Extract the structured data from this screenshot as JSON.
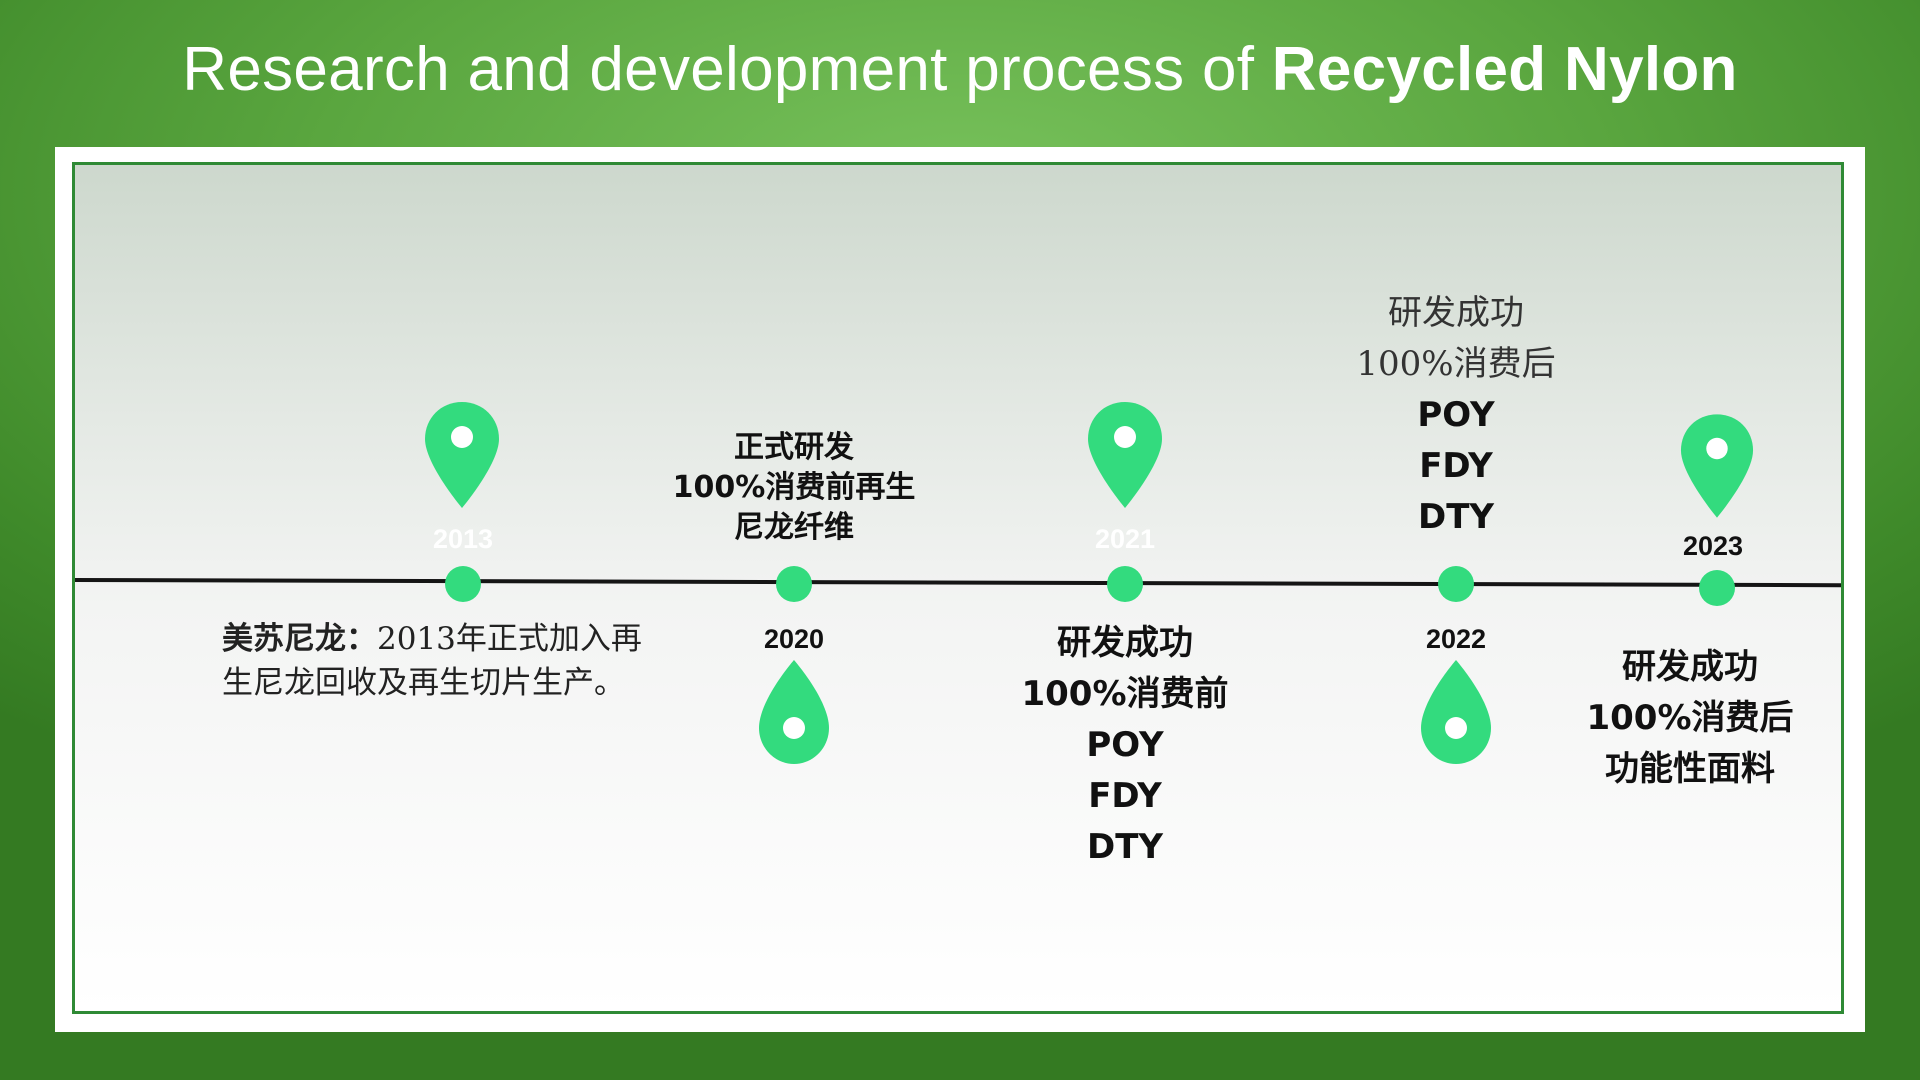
{
  "title": {
    "prefix": "Research and development process of ",
    "emphasis": "Recycled Nylon"
  },
  "colors": {
    "background": "#5aa63f",
    "panel_border": "#2f8a35",
    "marker_green": "#33db7e",
    "axis": "#151515"
  },
  "timeline": {
    "y2013": {
      "year": "2013",
      "desc_lead": "美苏尼龙：",
      "desc_line1_rest": "2013年正式加入再",
      "desc_line2": "生尼龙回收及再生切片生产。"
    },
    "y2020": {
      "year": "2020",
      "line1": "正式研发",
      "line2": "100%消费前再生",
      "line3": "尼龙纤维"
    },
    "y2021": {
      "year": "2021",
      "line1": "研发成功",
      "line2": "100%消费前",
      "line3": "POY",
      "line4": "FDY",
      "line5": "DTY"
    },
    "y2022": {
      "year": "2022",
      "line1": "研发成功",
      "line2": "100%消费后",
      "line3": "POY",
      "line4": "FDY",
      "line5": "DTY"
    },
    "y2023": {
      "year": "2023",
      "line1": "研发成功",
      "line2": "100%消费后",
      "line3": "功能性面料"
    }
  }
}
